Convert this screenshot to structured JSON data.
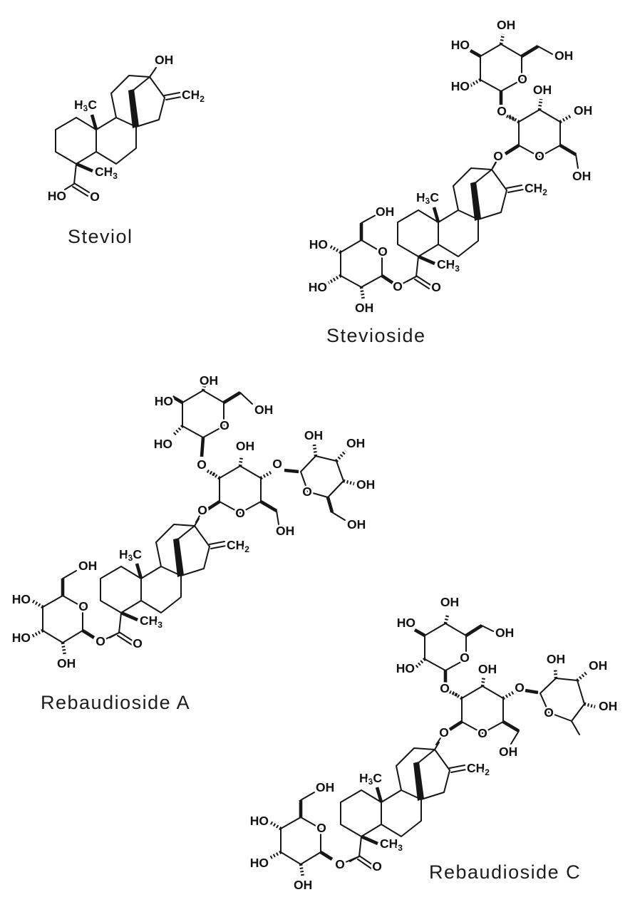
{
  "figure": {
    "background": "#ffffff",
    "ink_color": "#161616",
    "molecules": [
      {
        "name": "Steviol"
      },
      {
        "name": "Stevioside"
      },
      {
        "name": "Rebaudioside A"
      },
      {
        "name": "Rebaudioside C"
      }
    ],
    "atoms": {
      "OH": "OH",
      "HO": "HO",
      "O": "O",
      "H": "H",
      "C": "C",
      "CH": "CH",
      "sub2": "2",
      "sub3": "3"
    }
  }
}
